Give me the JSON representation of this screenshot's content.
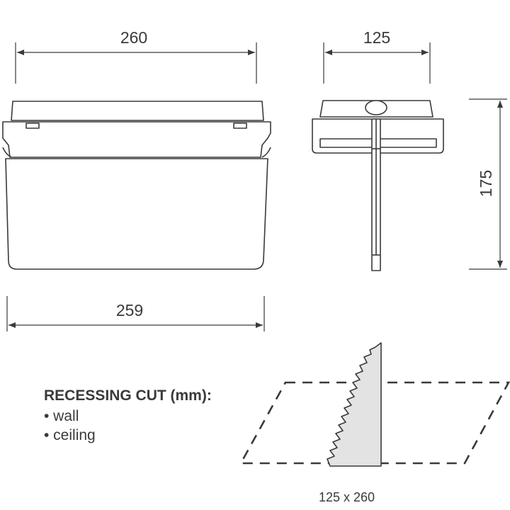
{
  "dimensions": {
    "front_top_width": "260",
    "front_bottom_width": "259",
    "side_width": "125",
    "side_height": "175"
  },
  "recessing_cut": {
    "title": "RECESSING CUT (mm):",
    "items": [
      "• wall",
      "• ceiling"
    ],
    "size": "125 x 260"
  },
  "colors": {
    "line": "#3a3a3a",
    "body_fill": "#ffffff",
    "wall_fill": "#e3e3e3"
  }
}
